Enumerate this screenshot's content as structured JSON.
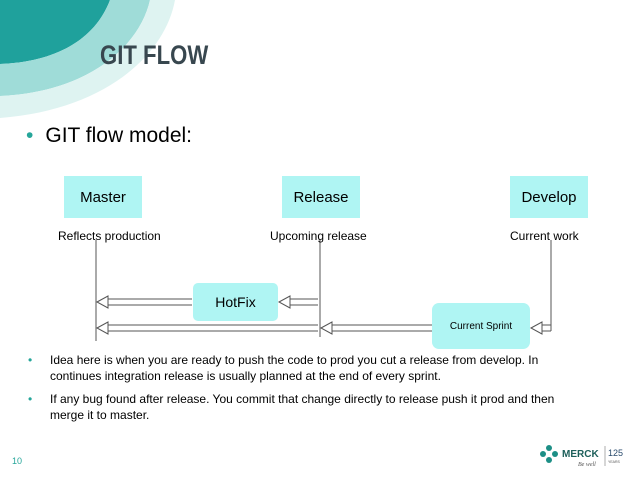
{
  "slide": {
    "title": "GIT FLOW",
    "main_bullet": "GIT flow model:",
    "page_number": "10",
    "bullets": [
      "Idea here is when you are ready to push the code to prod you cut a release from develop. In continues integration release is usually planned at the end of every sprint.",
      "If any bug found after release. You commit that change directly to release push it prod and then merge it to master."
    ]
  },
  "diagram": {
    "branches": [
      {
        "id": "master",
        "label": "Master",
        "caption": "Reflects production"
      },
      {
        "id": "release",
        "label": "Release",
        "caption": "Upcoming release"
      },
      {
        "id": "develop",
        "label": "Develop",
        "caption": "Current work"
      }
    ],
    "hotfix_label": "HotFix",
    "sprint_label": "Current Sprint"
  },
  "logo": {
    "brand": "MERCK",
    "tagline": "Be well",
    "anniversary": "125",
    "anniversary_sub": "YEARS"
  },
  "colors": {
    "teal": "#26a69a",
    "box_fill": "#aff5f3",
    "title": "#38474f"
  }
}
